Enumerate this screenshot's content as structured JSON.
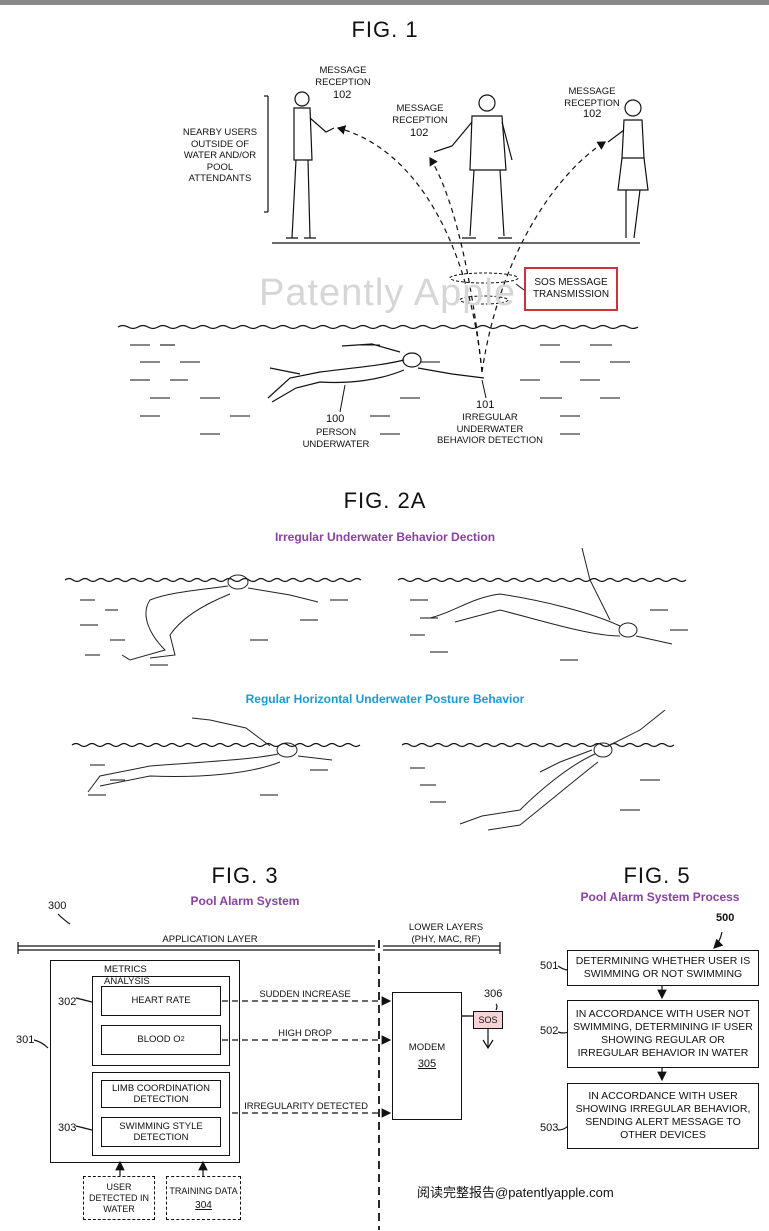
{
  "fig1": {
    "title": "FIG. 1",
    "left_bracket_label": "NEARBY USERS OUTSIDE OF WATER AND/OR POOL ATTENDANTS",
    "msg1_label": "MESSAGE RECEPTION",
    "msg1_num": "102",
    "msg2_label": "MESSAGE RECEPTION",
    "msg2_num": "102",
    "msg3_label": "MESSAGE RECEPTION",
    "msg3_num": "102",
    "sos_box": "SOS MESSAGE TRANSMISSION",
    "watermark": "Patently Apple",
    "person_num": "100",
    "person_label": "PERSON UNDERWATER",
    "detect_num": "101",
    "detect_label": "IRREGULAR UNDERWATER BEHAVIOR DETECTION"
  },
  "fig2a": {
    "title": "FIG. 2A",
    "irregular_caption": "Irregular Underwater Behavior Dection",
    "regular_caption": "Regular Horizontal Underwater Posture Behavior"
  },
  "fig3": {
    "title": "FIG. 3",
    "subtitle": "Pool Alarm System",
    "ref_300": "300",
    "application_layer": "APPLICATION LAYER",
    "lower_layers": "LOWER LAYERS (PHY, MAC, RF)",
    "metrics_analysis": "METRICS ANALYSIS",
    "ref_301": "301",
    "ref_302": "302",
    "ref_303": "303",
    "heart_rate": "HEART RATE",
    "blood_o2": "BLOOD O",
    "blood_o2_sub": "2",
    "limb": "LIMB COORDINATION DETECTION",
    "swim_style": "SWIMMING STYLE DETECTION",
    "sudden_increase": "SUDDEN INCREASE",
    "high_drop": "HIGH DROP",
    "irregularity": "IRREGULARITY DETECTED",
    "modem": "MODEM",
    "modem_num": "305",
    "sos": "SOS",
    "sos_num": "306",
    "user_detected": "USER DETECTED IN WATER",
    "training_data": "TRAINING DATA",
    "training_num": "304"
  },
  "fig5": {
    "title": "FIG. 5",
    "subtitle": "Pool Alarm System Process",
    "ref_500": "500",
    "step1_num": "501",
    "step1": "DETERMINING WHETHER USER IS SWIMMING OR NOT SWIMMING",
    "step2_num": "502",
    "step2": "IN ACCORDANCE WITH USER NOT SWIMMING, DETERMINING IF USER SHOWING REGULAR OR IRREGULAR BEHAVIOR IN WATER",
    "step3_num": "503",
    "step3": "IN ACCORDANCE WITH USER SHOWING IRREGULAR BEHAVIOR, SENDING ALERT MESSAGE TO OTHER DEVICES"
  },
  "footer": "阅读完整报告@patentlyapple.com"
}
